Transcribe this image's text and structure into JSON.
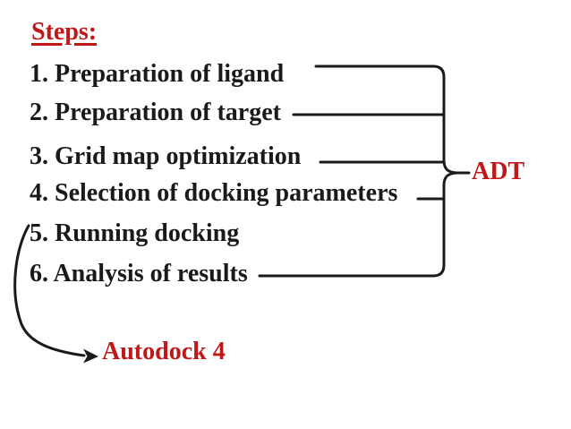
{
  "slide": {
    "heading": {
      "text": "Steps:"
    },
    "steps": [
      {
        "number": "1",
        "label": "1. Preparation of ligand"
      },
      {
        "number": "2",
        "label": "2. Preparation of target"
      },
      {
        "number": "3",
        "label": "3. Grid map optimization"
      },
      {
        "number": "4",
        "label": "4. Selection of docking parameters"
      },
      {
        "number": "5",
        "label": "5. Running docking"
      },
      {
        "number": "6",
        "label": "6. Analysis of results"
      }
    ],
    "annotations": {
      "adt_label": "ADT",
      "autodock_label": "Autodock 4",
      "adt_grouped_steps": [
        1,
        2,
        3,
        4,
        6
      ],
      "autodock_arrow_from_step": 5
    },
    "colors": {
      "accent_red": "#C01818",
      "text": "#1A1A1A",
      "background": "#FFFFFF"
    }
  }
}
